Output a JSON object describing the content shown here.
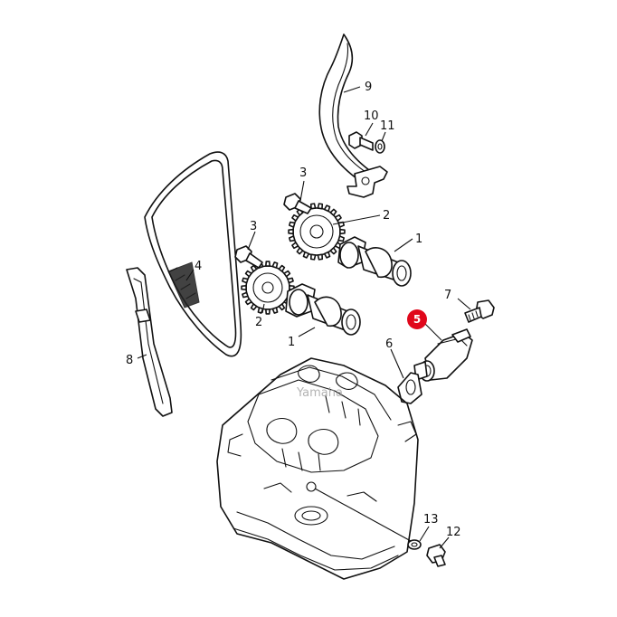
{
  "callouts": {
    "p1a": "1",
    "p1b": "1",
    "p2a": "2",
    "p2b": "2",
    "p3a": "3",
    "p3b": "3",
    "p4": "4",
    "p5": "5",
    "p6": "6",
    "p7": "7",
    "p8": "8",
    "p9": "9",
    "p10": "10",
    "p11": "11",
    "p12": "12",
    "p13": "13"
  },
  "watermark": "Yamaha",
  "colors": {
    "highlight": "#e0071b",
    "ink": "#111111"
  }
}
